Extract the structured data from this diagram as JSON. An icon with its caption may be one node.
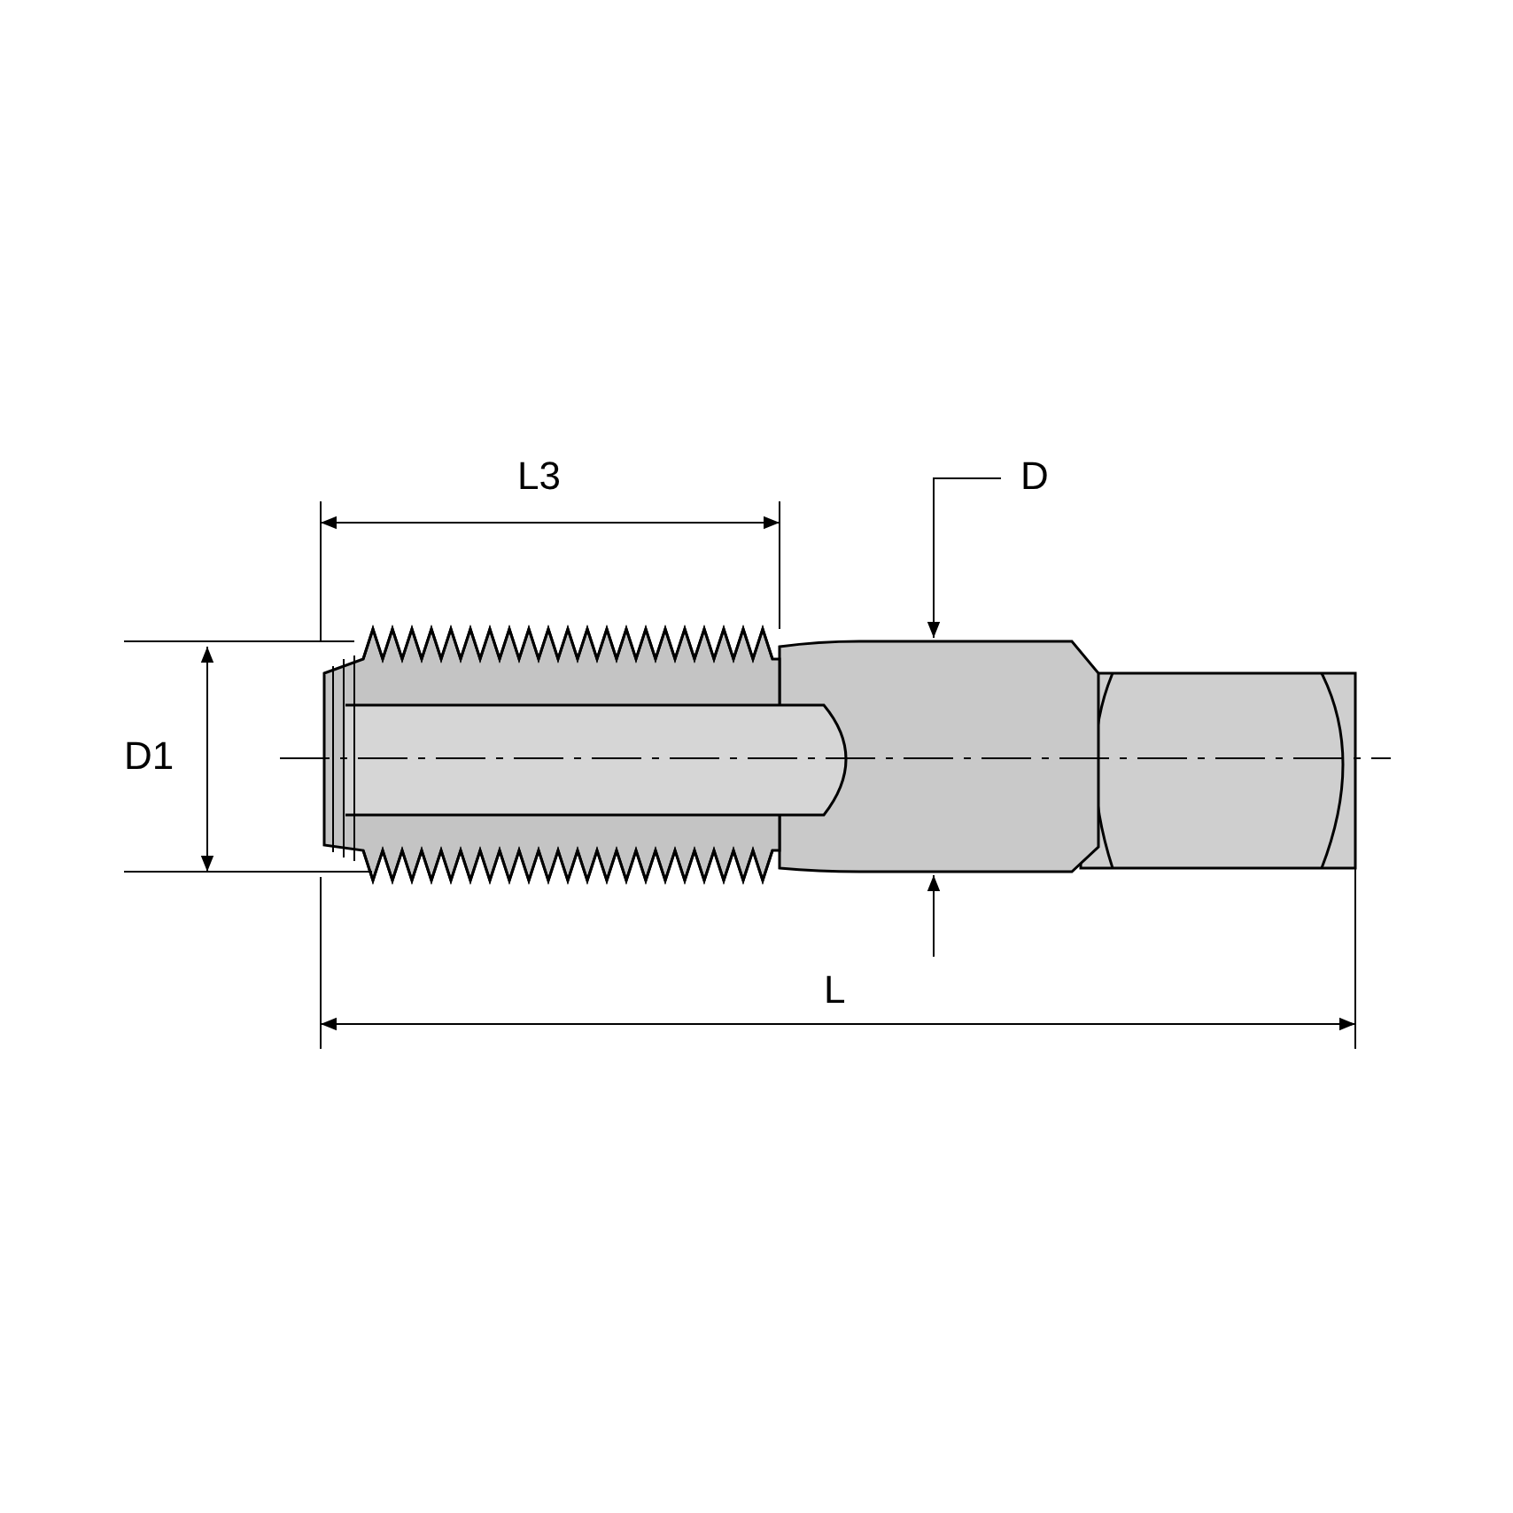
{
  "diagram": {
    "labels": [
      "L3",
      "D",
      "D1",
      "L"
    ]
  }
}
